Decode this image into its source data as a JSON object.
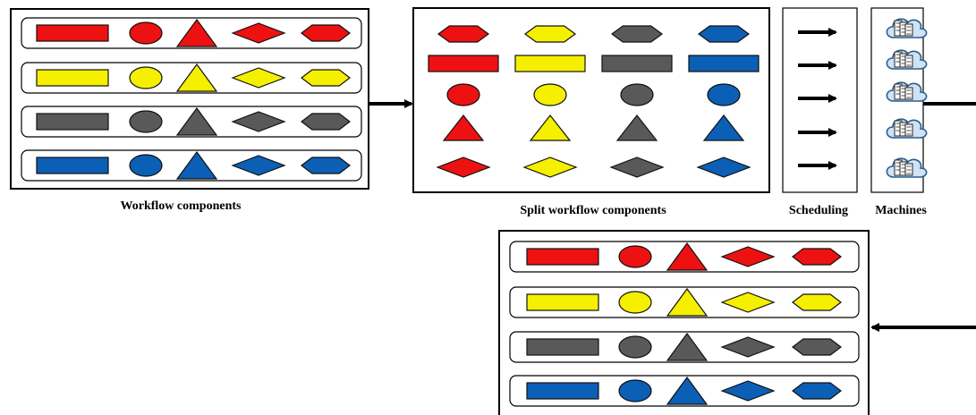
{
  "labels": {
    "workflow_components": "Workflow components",
    "split_workflow_components": "Split workflow components",
    "scheduling": "Scheduling",
    "machines": "Machines"
  },
  "colors": {
    "red": "#ee1111",
    "yellow": "#f5ef00",
    "gray": "#595959",
    "blue": "#0b5fb5",
    "stroke": "#111111",
    "cloud_fill": "#cfe3f5",
    "cloud_stroke": "#2a5d8f"
  },
  "color_order": [
    "red",
    "yellow",
    "gray",
    "blue"
  ],
  "shape_order": [
    "rectangle",
    "circle",
    "triangle",
    "diamond",
    "hexagon"
  ],
  "split_row_order": [
    "hexagon",
    "rectangle",
    "circle",
    "triangle",
    "diamond"
  ],
  "scheduling_arrow_count": 5,
  "machine_count": 5,
  "icons": {
    "machine": "server-cloud-icon",
    "arrow": "arrow-right-icon"
  }
}
